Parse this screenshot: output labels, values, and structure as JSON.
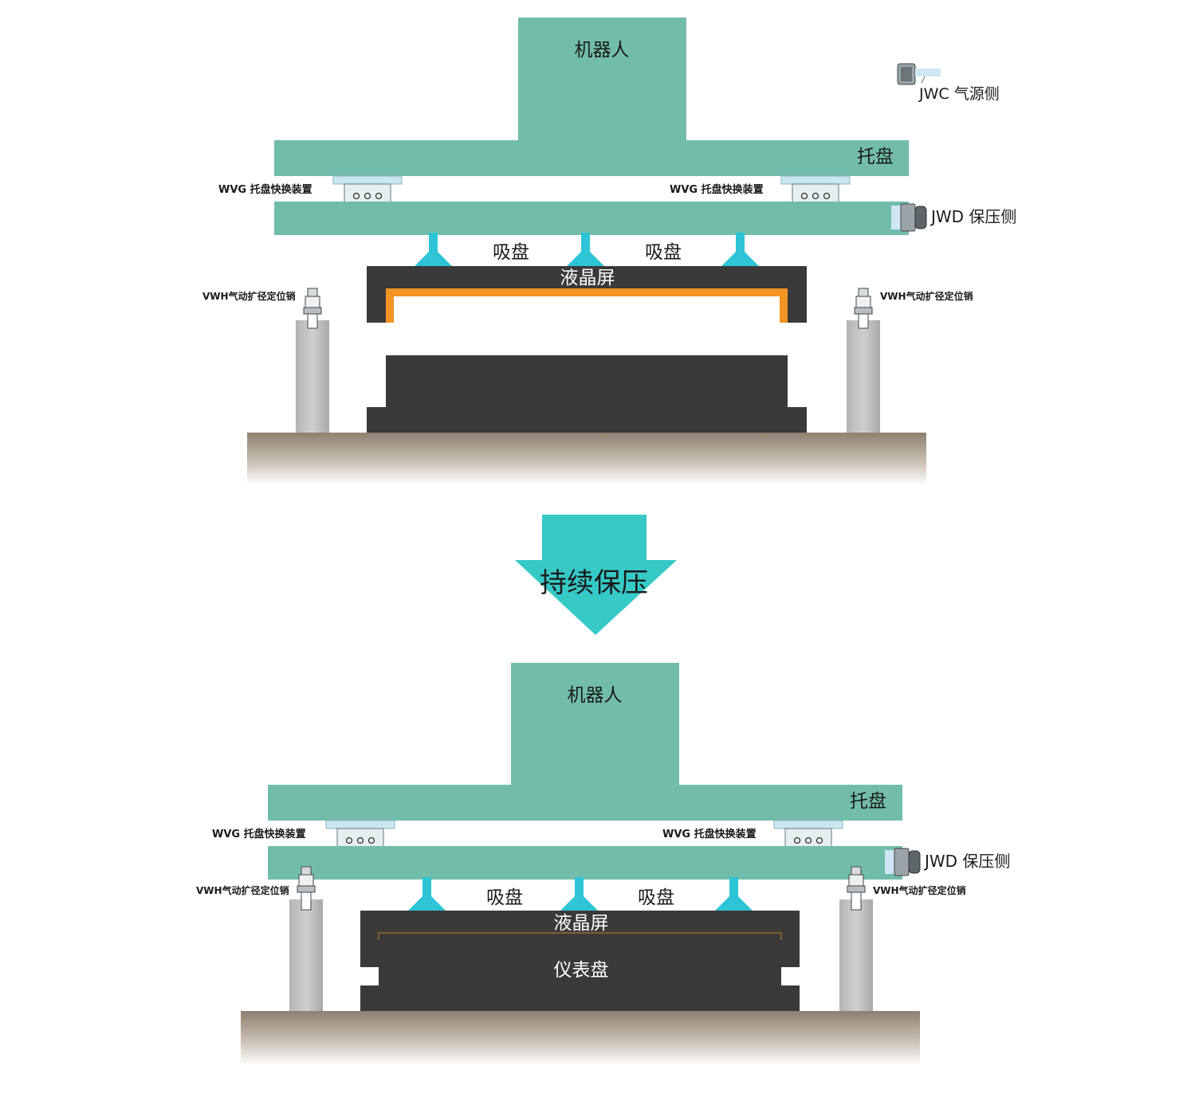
{
  "colors": {
    "tray": "#72bdaa",
    "robot": "#72bdaa",
    "cup": "#2ec4d6",
    "lcd": "#3a3a3a",
    "gasket": "#f29422",
    "base": "#3a3a3a",
    "pillar": "#bcbcbc",
    "ground": "#8e8071",
    "arrow": "#36c9c6",
    "text": "#1a1a1a"
  },
  "legend": {
    "jwc_label": "JWC 气源侧",
    "jwc_icon": "coupler-icon"
  },
  "arrow": {
    "label": "持续保压"
  },
  "top_diagram": {
    "robot": "机器人",
    "tray": "托盘",
    "wvg_left": "WVG 托盘快换装置",
    "wvg_right": "WVG 托盘快换装置",
    "jwd": "JWD 保压侧",
    "cup_left": "吸盘",
    "cup_right": "吸盘",
    "lcd": "液晶屏",
    "vwh_left": "VWH气动扩径定位销",
    "vwh_right": "VWH气动扩径定位销"
  },
  "bottom_diagram": {
    "robot": "机器人",
    "tray": "托盘",
    "wvg_left": "WVG 托盘快换装置",
    "wvg_right": "WVG 托盘快换装置",
    "jwd": "JWD 保压侧",
    "cup_left": "吸盘",
    "cup_right": "吸盘",
    "lcd": "液晶屏",
    "dashboard": "仪表盘",
    "vwh_left": "VWH气动扩径定位销",
    "vwh_right": "VWH气动扩径定位销"
  }
}
